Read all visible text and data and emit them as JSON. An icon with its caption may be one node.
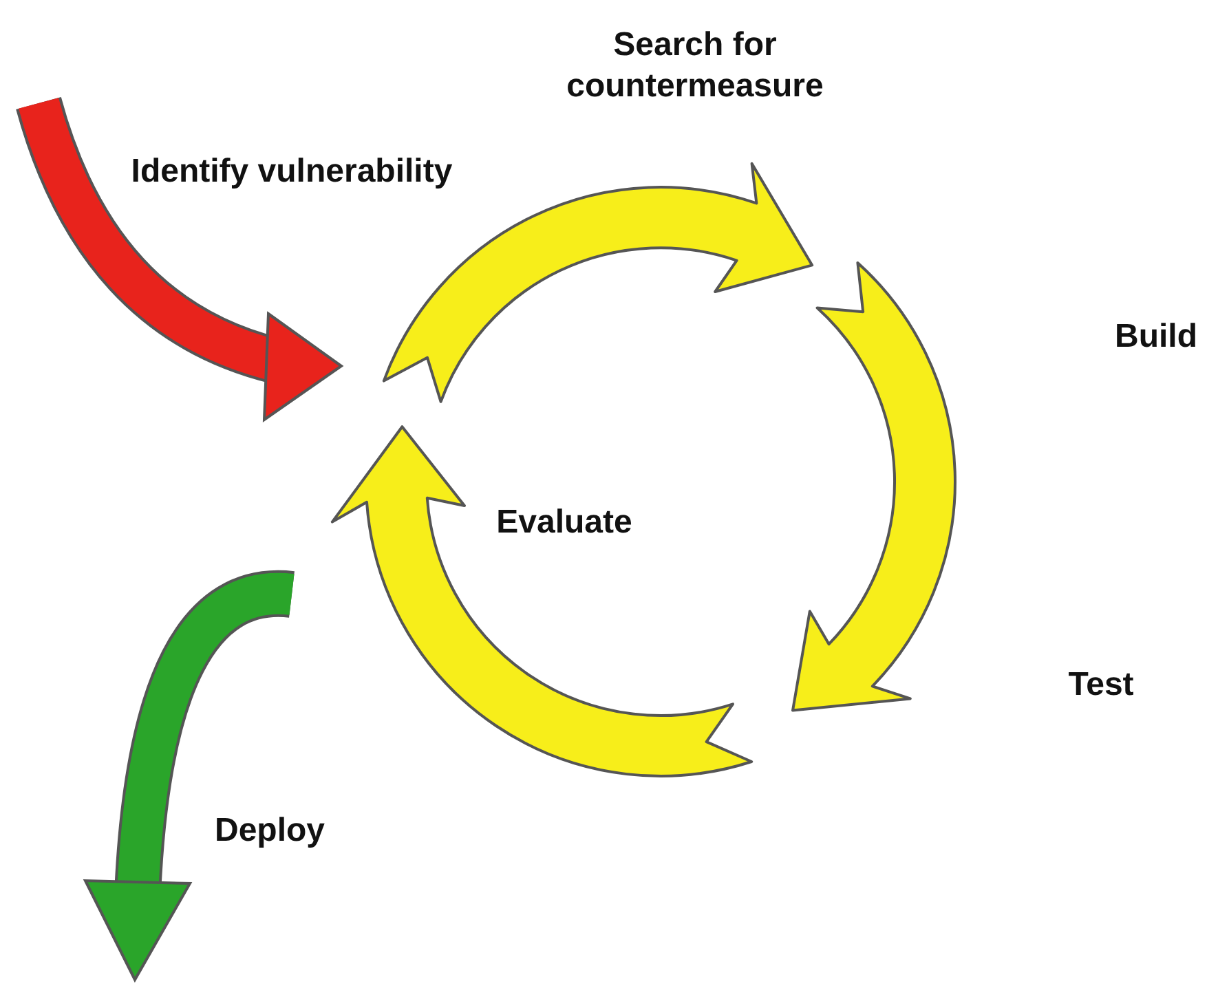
{
  "diagram": {
    "labels": [
      "Search for countermeasure",
      "Identify vulnerability",
      "Build",
      "Evaluate",
      "Test",
      "Deploy"
    ]
  }
}
